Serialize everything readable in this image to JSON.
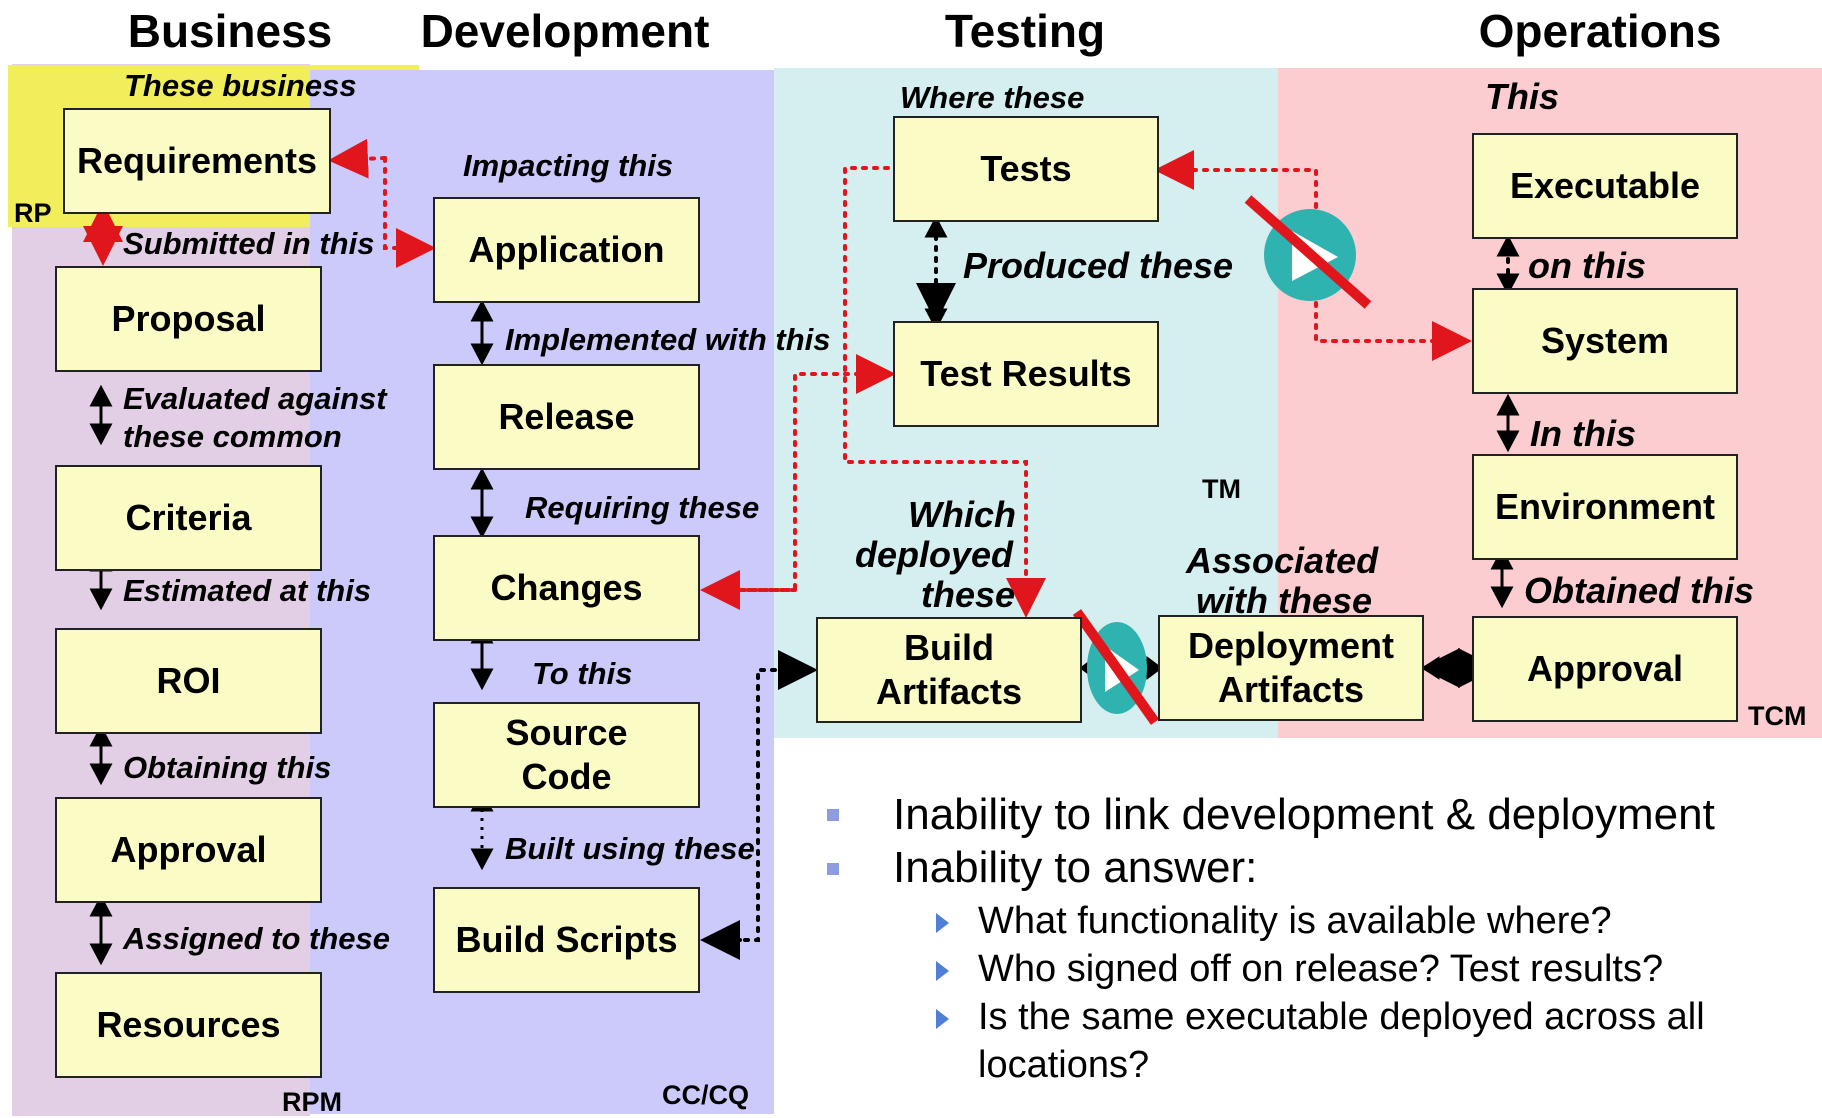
{
  "headers": {
    "business": "Business",
    "development": "Development",
    "testing": "Testing",
    "operations": "Operations"
  },
  "lane_tags": {
    "rp": "RP",
    "rpm": "RPM",
    "ccq": "CC/CQ",
    "tm": "TM",
    "tcm": "TCM"
  },
  "boxes": {
    "requirements": "Requirements",
    "proposal": "Proposal",
    "criteria": "Criteria",
    "roi": "ROI",
    "approval_business": "Approval",
    "resources": "Resources",
    "application": "Application",
    "release": "Release",
    "changes": "Changes",
    "source_code": "Source Code",
    "build_scripts": "Build Scripts",
    "tests": "Tests",
    "test_results": "Test Results",
    "build_artifacts": "Build Artifacts",
    "deployment_artifacts": "Deployment Artifacts",
    "executable": "Executable",
    "system": "System",
    "environment": "Environment",
    "approval_ops": "Approval"
  },
  "labels": {
    "these_business": "These business",
    "submitted_in_this": "Submitted in this",
    "evaluated_against": "Evaluated against",
    "these_common": "these common",
    "estimated_at_this": "Estimated at this",
    "obtaining_this": "Obtaining this",
    "assigned_to_these": "Assigned to these",
    "impacting_this": "Impacting this",
    "implemented_with_this": "Implemented with this",
    "requiring_these": "Requiring these",
    "to_this": "To this",
    "built_using_these": "Built using these",
    "where_these": "Where these",
    "produced_these": "Produced these",
    "which": "Which",
    "deployed": "deployed",
    "these": "these",
    "associated": "Associated",
    "with_these": "with these",
    "this_ops": "This",
    "on_this": "on this",
    "in_this": "In this",
    "obtained_this": "Obtained this"
  },
  "bullets": {
    "item1": "Inability to link development & deployment",
    "item2": "Inability to answer:",
    "sub1": "What functionality is available where?",
    "sub2": "Who signed off on release? Test results?",
    "sub3": "Is the same executable deployed across all",
    "sub3_cont": "locations?"
  },
  "colors": {
    "business_lane": "#e2cfe5",
    "business_highlight": "#f1ee5c",
    "development_lane": "#cbcafa",
    "testing_lane": "#d5eef0",
    "operations_lane": "#fbcdd0",
    "box_fill": "#fbfbc5",
    "red_link": "#e0161c",
    "black_link": "#000000",
    "forbidden_circle": "#2fb3b0",
    "bullet_square": "#8f9be0",
    "bullet_triangle": "#4f7fd6"
  },
  "icons": [
    "play-forbidden-icon",
    "play-forbidden-icon"
  ]
}
